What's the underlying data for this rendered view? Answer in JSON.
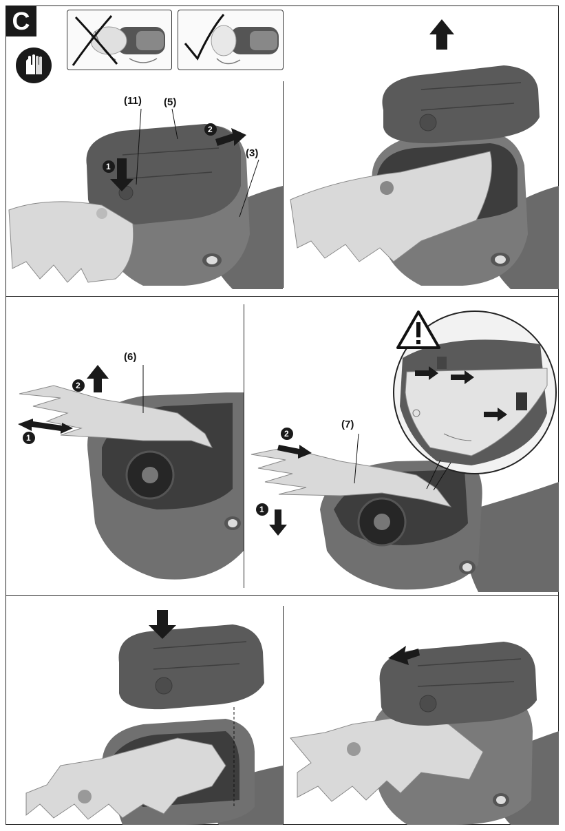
{
  "figure": {
    "section_letter": "C",
    "part_labels": {
      "p11": "(11)",
      "p5": "(5)",
      "p3": "(3)",
      "p6": "(6)",
      "p7": "(7)"
    },
    "step_numbers": {
      "one": "1",
      "two": "2"
    },
    "icons": {
      "gloves": "gloves-icon",
      "wrong": "cross-mark-icon",
      "right": "check-mark-icon",
      "warning": "warning-triangle-icon"
    },
    "colors": {
      "device_body": "#6e6e6e",
      "device_dark": "#4a4a4a",
      "blade": "#d9d9d9",
      "arrow": "#1a1a1a",
      "line": "#222222"
    }
  }
}
